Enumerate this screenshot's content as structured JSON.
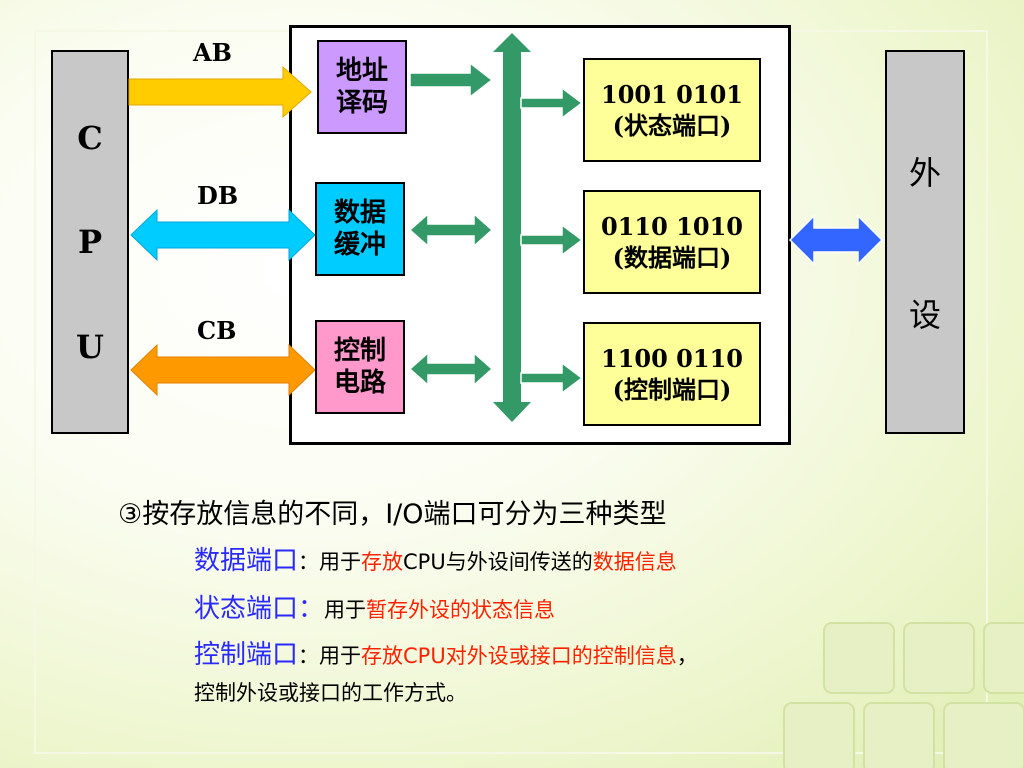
{
  "diagram": {
    "cpu_label": [
      "C",
      "P",
      "U"
    ],
    "peripheral_label": [
      "外",
      "设"
    ],
    "buses": {
      "ab": "AB",
      "db": "DB",
      "cb": "CB"
    },
    "modules": {
      "address_decode": [
        "地址",
        "译码"
      ],
      "data_buffer": [
        "数据",
        "缓冲"
      ],
      "control_circuit": [
        "控制",
        "电路"
      ]
    },
    "ports": [
      {
        "bits": "1001 0101",
        "name": "(状态端口)"
      },
      {
        "bits": "0110 1010",
        "name": "(数据端口)"
      },
      {
        "bits": "1100 0110",
        "name": "(控制端口)"
      }
    ],
    "colors": {
      "ab_arrow": "#ffcc00",
      "db_arrow": "#00ccff",
      "cb_arrow": "#ff9900",
      "internal_bus": "#339966",
      "peripheral_arrow": "#3366ff",
      "address_box": "#cc99ff",
      "data_box": "#00ccff",
      "control_box": "#ff99cc",
      "port_box": "#ffff99"
    }
  },
  "text": {
    "heading": "③按存放信息的不同，I/O端口可分为三种类型",
    "items": [
      {
        "term": "数据端口",
        "sep": "：",
        "pre": "用于",
        "red1": "存放",
        "mid": "CPU与外设间传送的",
        "red2": "数据信息",
        "post": ""
      },
      {
        "term": "状态端口：",
        "sep": "",
        "pre": "用于",
        "red1": "暂存外设的状态信息",
        "mid": "",
        "red2": "",
        "post": ""
      },
      {
        "term": "控制端口",
        "sep": "：",
        "pre": "用于",
        "red1": "存放CPU对外设或接口的控制信息",
        "mid": "",
        "red2": "",
        "post": "，"
      }
    ],
    "last_line": "控制外设或接口的工作方式。"
  }
}
